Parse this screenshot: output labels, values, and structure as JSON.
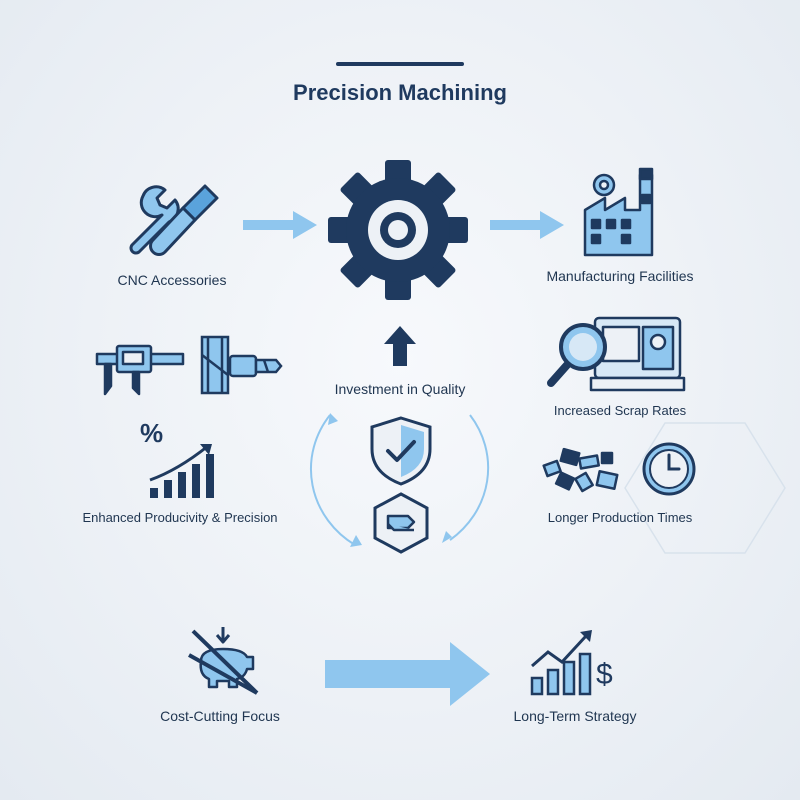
{
  "title": "Precision Machining",
  "nodes": {
    "cnc_accessories": "CNC Accessories",
    "manufacturing_facilities": "Manufacturing Facilities",
    "investment_in_quality": "Investment in Quality",
    "increased_scrap_rates": "Increased Scrap Rates",
    "enhanced_productivity": "Enhanced Producivity & Precision",
    "longer_production_times": "Longer Production Times",
    "cost_cutting_focus": "Cost-Cutting Focus",
    "long_term_strategy": "Long-Term Strategy"
  },
  "percent_symbol": "%",
  "dollar_symbol": "$",
  "colors": {
    "navy": "#1f3a5f",
    "light_blue": "#8fc6ee",
    "mid_blue": "#5aa3dc",
    "background": "#edf1f6"
  },
  "icons": [
    "wrench-screwdriver-icon",
    "gear-icon",
    "factory-icon",
    "calipers-icon",
    "vise-icon",
    "drill-bit-icon",
    "percent-icon",
    "growth-bars-icon",
    "shield-check-icon",
    "quality-badge-icon",
    "magnifier-machine-icon",
    "scrap-pieces-icon",
    "clock-icon",
    "piggy-bank-crossed-icon",
    "chart-dollar-icon"
  ]
}
